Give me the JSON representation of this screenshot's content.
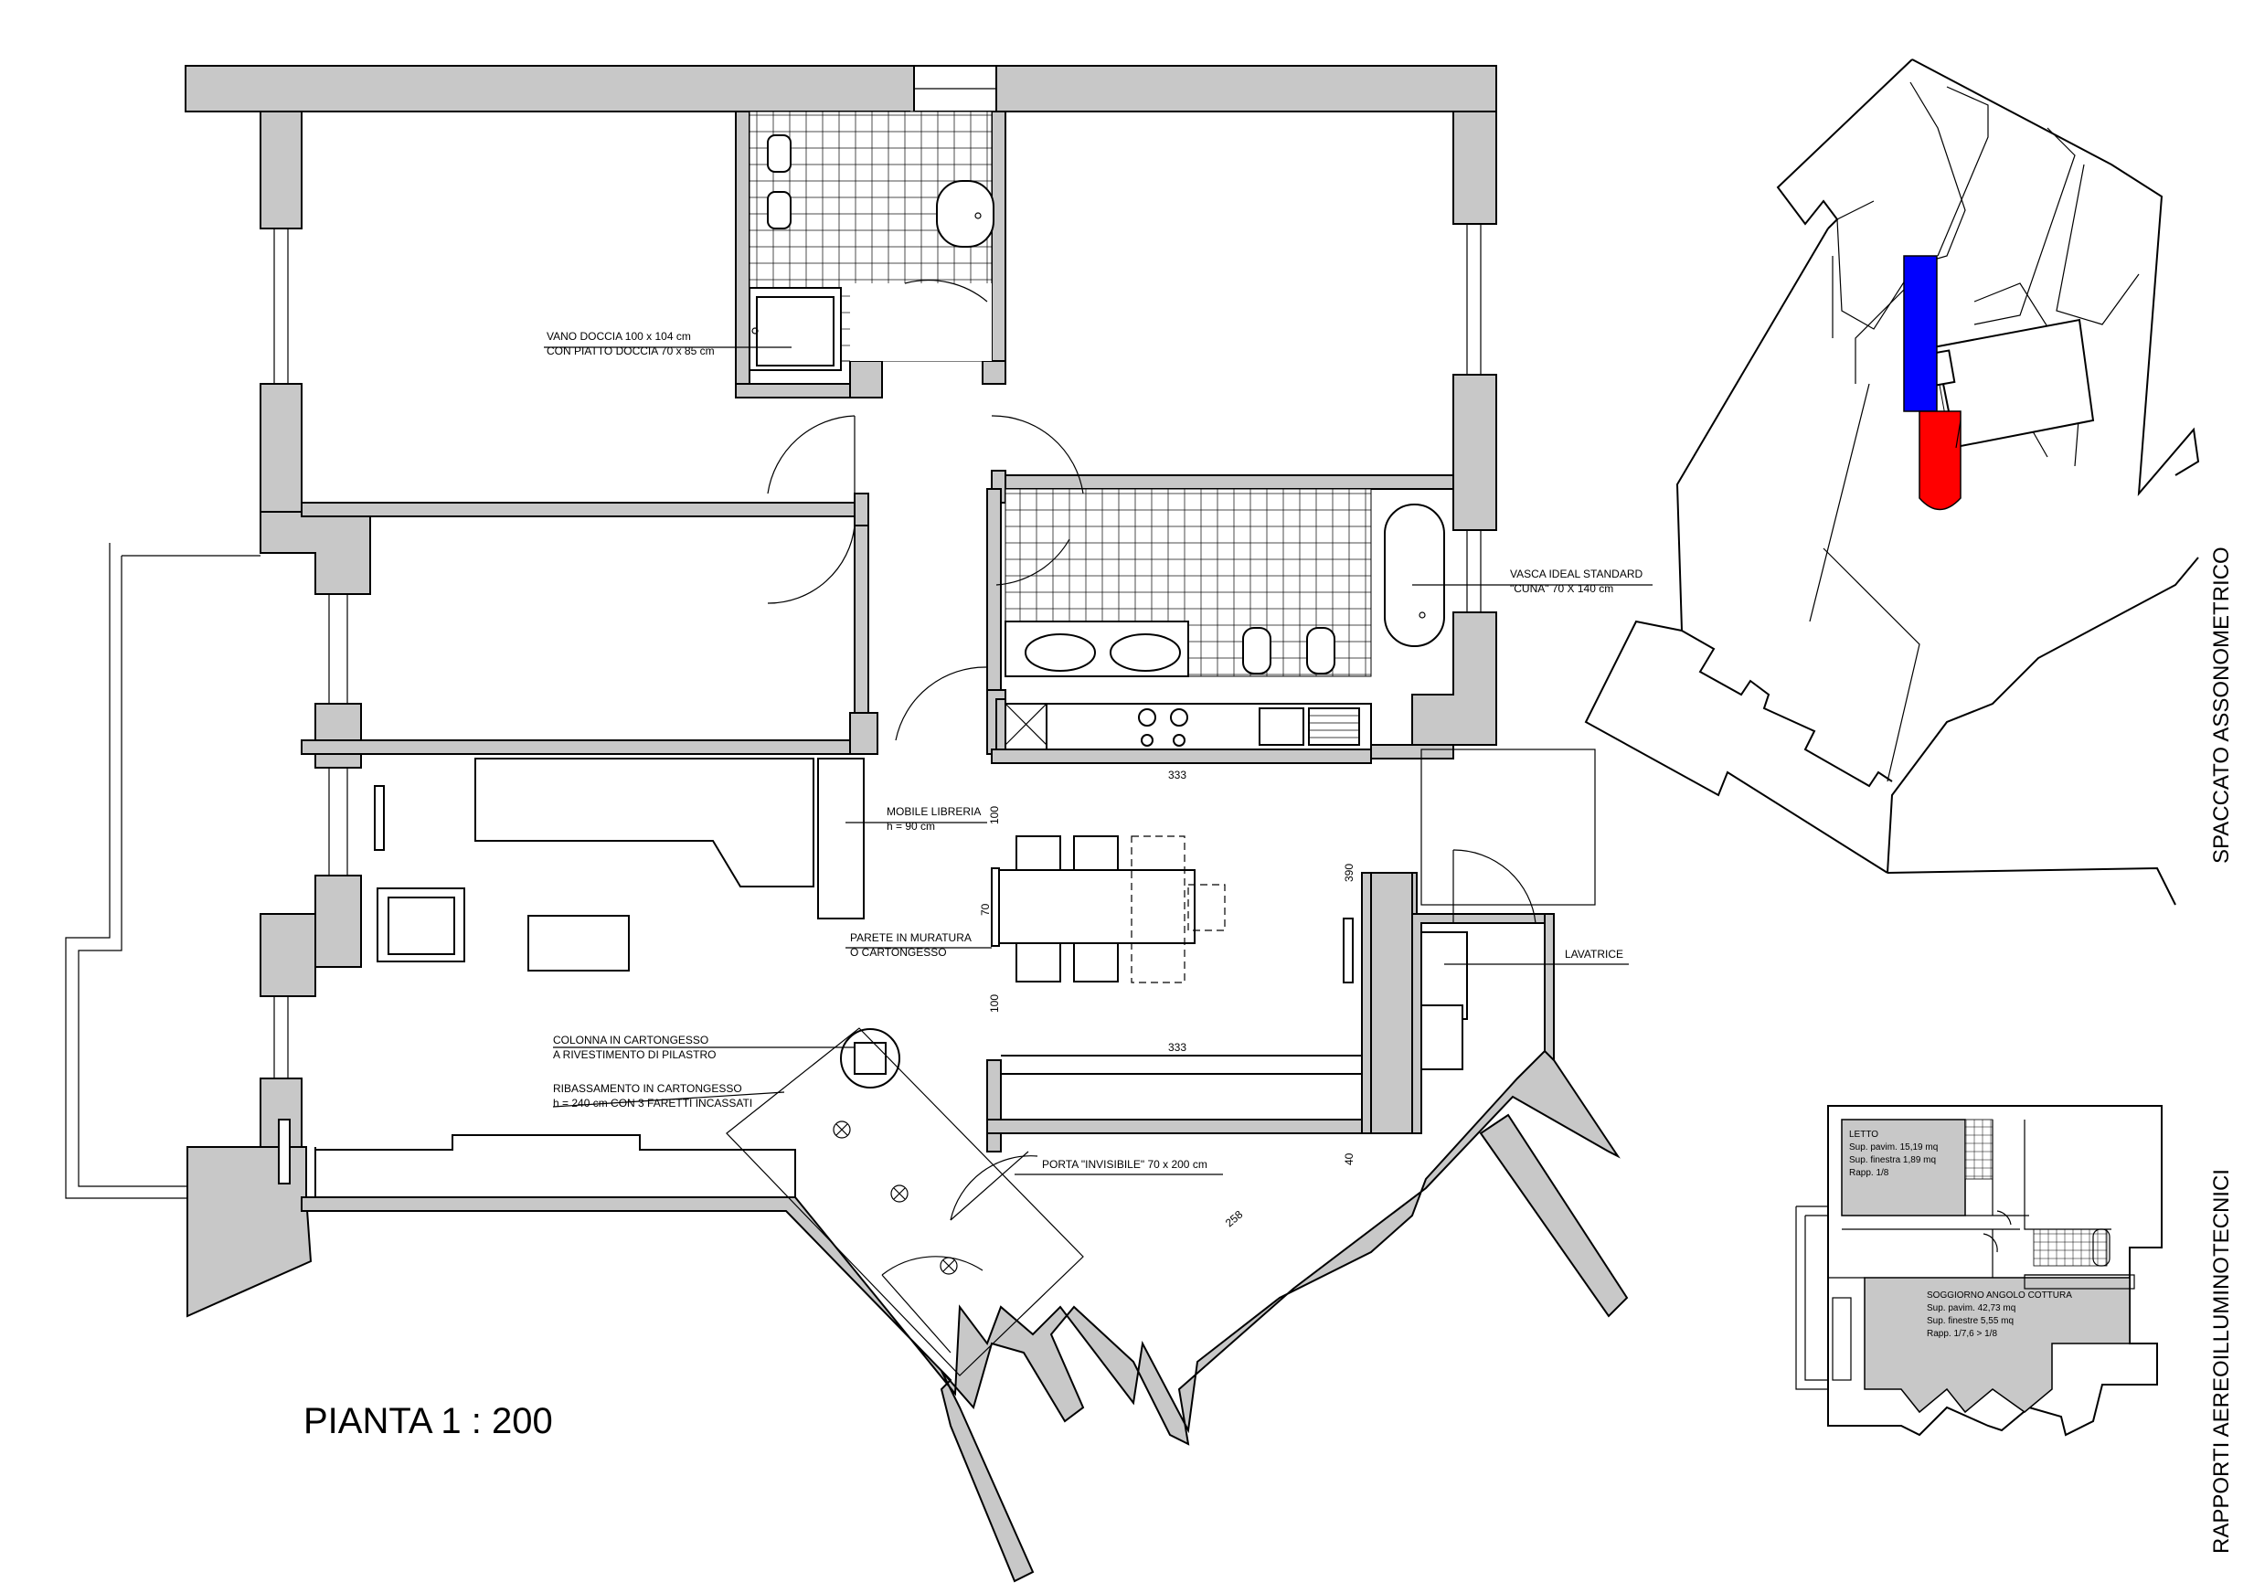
{
  "plan": {
    "title": "PIANTA 1 : 200",
    "labels": {
      "shower": [
        "VANO DOCCIA 100 x 104 cm",
        "CON PIATTO DOCCIA 70 x 85 cm"
      ],
      "bathtub": [
        "VASCA IDEAL STANDARD",
        "\"CUNA\" 70 X 140 cm"
      ],
      "bookcase": [
        "MOBILE LIBRERIA",
        "h = 90 cm"
      ],
      "partition": [
        "PARETE IN MURATURA",
        "O CARTONGESSO"
      ],
      "washer": [
        "LAVATRICE"
      ],
      "column": [
        "COLONNA IN CARTONGESSO",
        "A RIVESTIMENTO DI PILASTRO"
      ],
      "ceiling": [
        "RIBASSAMENTO IN CARTONGESSO",
        "h = 240 cm CON 3 FARETTI INCASSATI"
      ],
      "door": [
        "PORTA \"INVISIBILE\" 70 x 200 cm"
      ]
    },
    "dimensions": {
      "kitchen_width": "333",
      "bookcase_depth": "100",
      "table_depth": "70",
      "lower_depth": "100",
      "wall_height": "390",
      "corridor_width": "333",
      "closet_depth": "40",
      "diagonal": "258"
    }
  },
  "axonometric": {
    "caption": "SPACCATO ASSONOMETRICO",
    "colors": {
      "blue_panel": "#0000ff",
      "red_column": "#ff0000"
    }
  },
  "lighting": {
    "caption": "RAPPORTI AEREOILLUMINOTECNICI",
    "bedroom": [
      "LETTO",
      "Sup. pavim. 15,19 mq",
      "Sup. finestra 1,89 mq",
      "Rapp. 1/8"
    ],
    "living": [
      "SOGGIORNO ANGOLO COTTURA",
      "Sup. pavim. 42,73 mq",
      "Sup. finestre 5,55 mq",
      "Rapp. 1/7,6 > 1/8"
    ],
    "colors": {
      "highlight": "#c8c8c8"
    }
  }
}
